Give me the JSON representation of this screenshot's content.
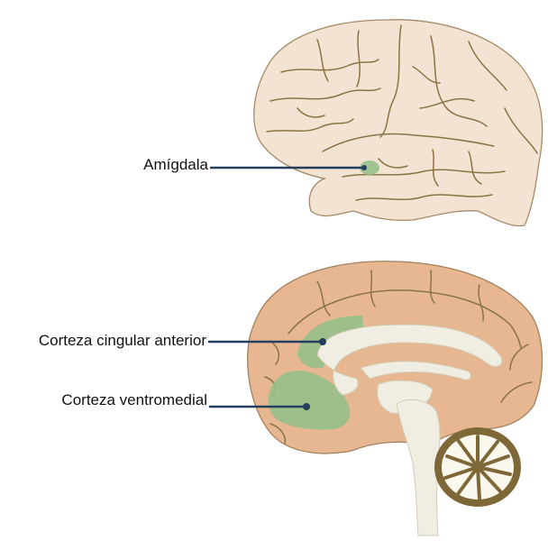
{
  "labels": {
    "amygdala": "Amígdala",
    "anterior_cingulate": "Corteza cingular anterior",
    "ventromedial": "Corteza ventromedial"
  },
  "colors": {
    "brain_lateral": "#F3E3D2",
    "brain_medial": "#E6B790",
    "sulci": "#8B7444",
    "highlight_region": "#96C08A",
    "white_matter": "#F0EEE2",
    "leader_line": "#243E5E",
    "cerebellum_dark": "#7E6837",
    "cerebellum_light": "#FBF8EE"
  },
  "icons": {
    "lateral_view": "brain-lateral-view",
    "medial_view": "brain-sagittal-view"
  }
}
